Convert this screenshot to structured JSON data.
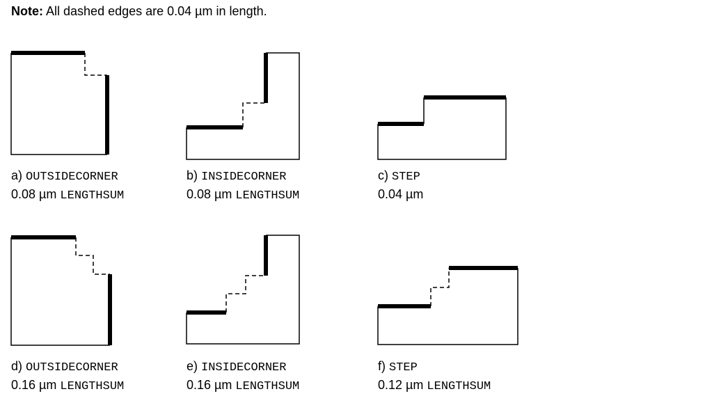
{
  "note": {
    "label": "Note:",
    "text": "All dashed edges are 0.04 µm in length."
  },
  "figures": [
    {
      "letter": "a)",
      "keyword": "OUTSIDECORNER",
      "value": "0.08 µm",
      "unit": "LENGTHSUM"
    },
    {
      "letter": "b)",
      "keyword": "INSIDECORNER",
      "value": "0.08 µm",
      "unit": "LENGTHSUM"
    },
    {
      "letter": "c)",
      "keyword": "STEP",
      "value": "0.04 µm",
      "unit": ""
    },
    {
      "letter": "d)",
      "keyword": "OUTSIDECORNER",
      "value": "0.16 µm",
      "unit": "LENGTHSUM"
    },
    {
      "letter": "e)",
      "keyword": "INSIDECORNER",
      "value": "0.16 µm",
      "unit": "LENGTHSUM"
    },
    {
      "letter": "f)",
      "keyword": "STEP",
      "value": "0.12 µm",
      "unit": "LENGTHSUM"
    }
  ]
}
